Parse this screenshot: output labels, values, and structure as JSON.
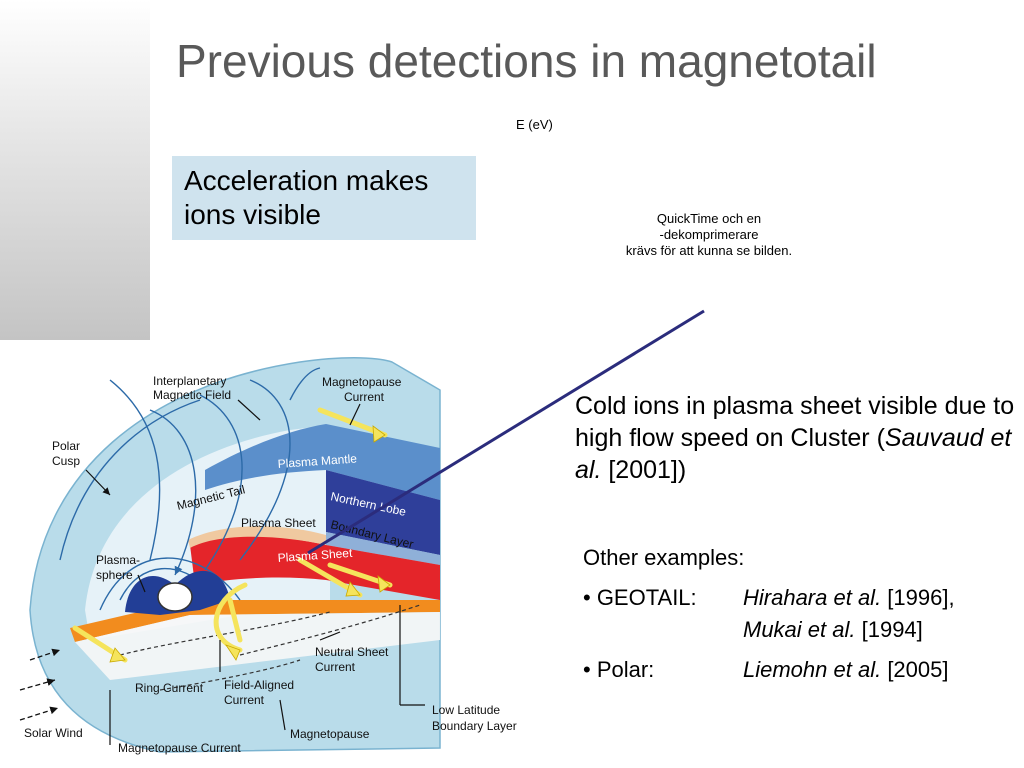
{
  "slide": {
    "title": "Previous detections in magnetotail",
    "axis_label": "E (eV)",
    "callout": "Acceleration makes ions visible",
    "quicktime_note": [
      "QuickTime och en",
      "-dekomprimerare",
      "krävs för att kunna se bilden."
    ],
    "cold_ions": {
      "text": "Cold ions in plasma sheet visible due to high flow speed on Cluster (",
      "author": "Sauvaud et al.",
      "year": " [2001])"
    },
    "examples": {
      "heading": "Other examples:",
      "geotail_label": "• GEOTAIL:",
      "geotail_ref1_author": "Hirahara et al.",
      "geotail_ref1_year": " [1996],",
      "geotail_ref2_author": "Mukai et al.",
      "geotail_ref2_year": "  [1994]",
      "polar_label": "• Polar:",
      "polar_ref_author": "Liemohn et al.",
      "polar_ref_year": " [2005]"
    }
  },
  "diagram": {
    "labels": {
      "imf_1": "Interplanetary",
      "imf_2": "Magnetic Field",
      "mp_current_1": "Magnetopause",
      "mp_current_2": "Current",
      "polar_cusp_1": "Polar",
      "polar_cusp_2": "Cusp",
      "plasma_mantle": "Plasma  Mantle",
      "magnetic_tail": "Magnetic Tail",
      "northern_lobe": "Northern Lobe",
      "plasma_sheet": "Plasma Sheet",
      "boundary_layer": "Boundary Layer",
      "plasma_sheet_red": "Plasma  Sheet",
      "plasmasphere_1": "Plasma-",
      "plasmasphere_2": "sphere",
      "neutral_sheet_1": "Neutral Sheet",
      "neutral_sheet_2": "Current",
      "ring_current": "Ring Current",
      "field_aligned_1": "Field-Aligned",
      "field_aligned_2": "Current",
      "llbl_1": "Low Latitude",
      "llbl_2": "Boundary Layer",
      "solar_wind": "Solar Wind",
      "magnetopause_current": "Magnetopause Current",
      "magnetopause": "Magnetopause"
    },
    "colors": {
      "outer_shell": "#b9dcea",
      "mantle": "#5b8fcb",
      "lobe": "#2f3f9a",
      "plasma_sheet": "#e4252a",
      "current_sheet": "#f28c1e",
      "arrows": "#f5e45c",
      "pointer": "#2b2c7c"
    }
  }
}
